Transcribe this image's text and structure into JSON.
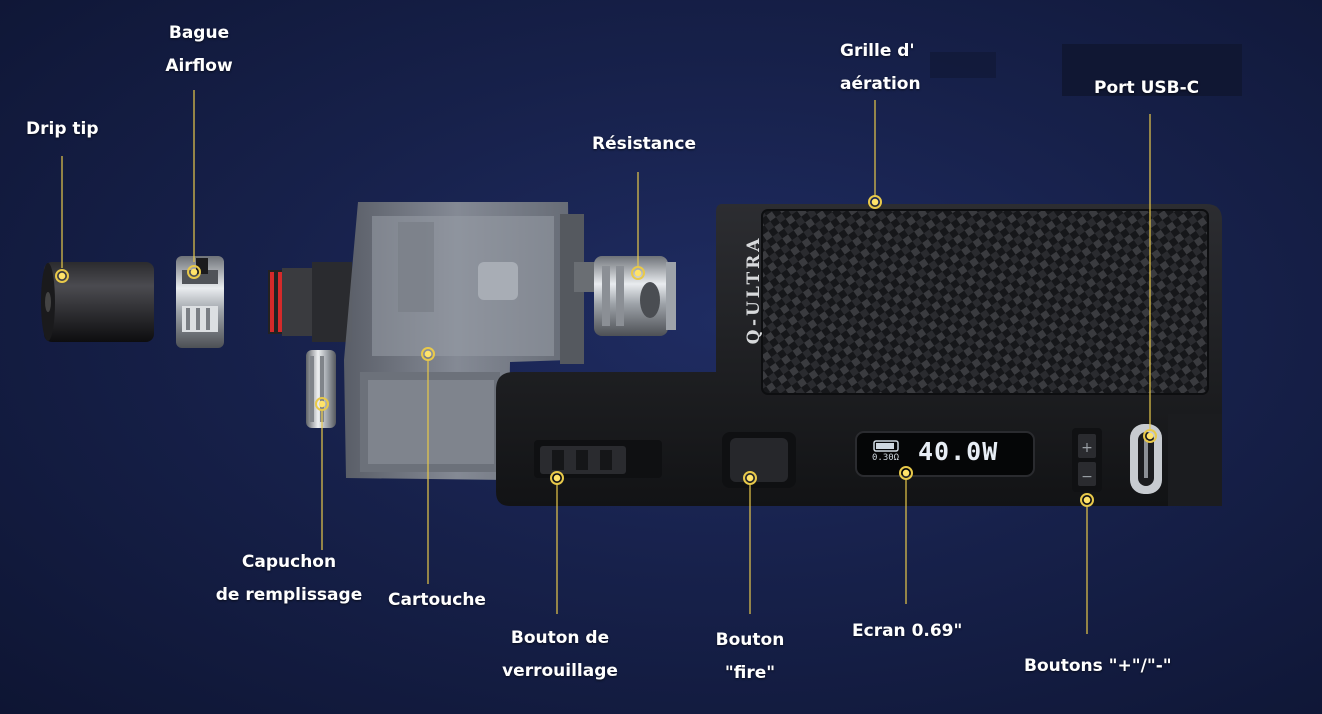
{
  "device": {
    "brand_print": "Q-ULTRA",
    "screen_power": "40.0W",
    "screen_resistance": "0.30Ω"
  },
  "labels": {
    "drip_tip": [
      "Drip tip"
    ],
    "airflow_ring": [
      "Bague",
      "Airflow"
    ],
    "coil": [
      "Résistance"
    ],
    "vent_grill": [
      "Grille d'",
      "aération"
    ],
    "usb_port": [
      "Port USB-C"
    ],
    "fill_cap": [
      "Capuchon",
      "de remplissage"
    ],
    "cartridge": [
      "Cartouche"
    ],
    "lock_button": [
      "Bouton de",
      "verrouillage"
    ],
    "fire_button": [
      "Bouton",
      "\"fire\""
    ],
    "screen": [
      "Ecran 0.69\""
    ],
    "plus_minus": [
      "Boutons \"+\"/\"-\""
    ]
  },
  "colors": {
    "background": "#17214b",
    "callout": "#e8c94a",
    "label_text": "#ffffff",
    "device_body": "#1c1d20",
    "carbon_light": "#3a3b3f",
    "carbon_dark": "#16171a",
    "tank": "#7d838c",
    "metal": "#b8bcc2",
    "oring_red": "#d42a2a"
  },
  "icons": [
    "battery-icon",
    "plus-icon",
    "minus-icon"
  ]
}
